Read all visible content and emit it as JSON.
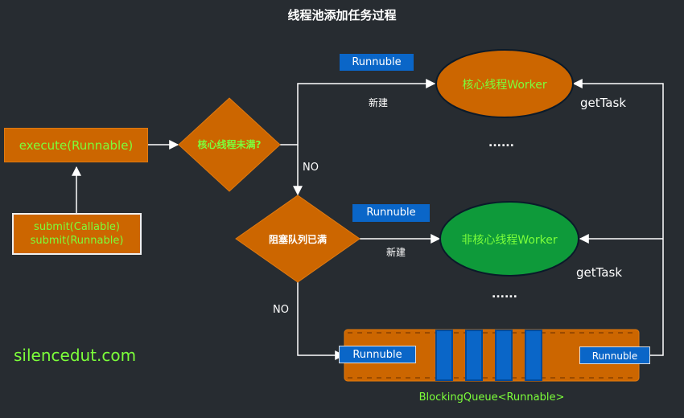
{
  "title": "线程池添加任务过程",
  "nodes": {
    "execute": "execute(Runnable)",
    "submit_line1": "submit(Callable)",
    "submit_line2": "submit(Runnable)",
    "core_full_q": "核心线程未满?",
    "queue_full_q": "阻塞队列已满",
    "core_worker": "核心线程Worker",
    "noncore_worker": "非核心线程Worker",
    "queue_label": "BlockingQueue<Runnable>"
  },
  "tags": {
    "runnable_core": "Runnuble",
    "runnable_noncore": "Runnuble",
    "runnable_queue_in": "Runnuble",
    "runnable_queue_out": "Runnuble"
  },
  "edges": {
    "new_core": "新建",
    "new_noncore": "新建",
    "no_1": "NO",
    "no_2": "NO",
    "gettask_1": "getTask",
    "gettask_2": "getTask"
  },
  "ellipsis_1": "......",
  "ellipsis_2": "......",
  "watermark": "silencedut.com",
  "colors": {
    "background": "#272c31",
    "orange": "#cc6600",
    "green_ellipse": "#0e9a3a",
    "blue": "#0a66c8",
    "label_green": "#7cff3a"
  }
}
